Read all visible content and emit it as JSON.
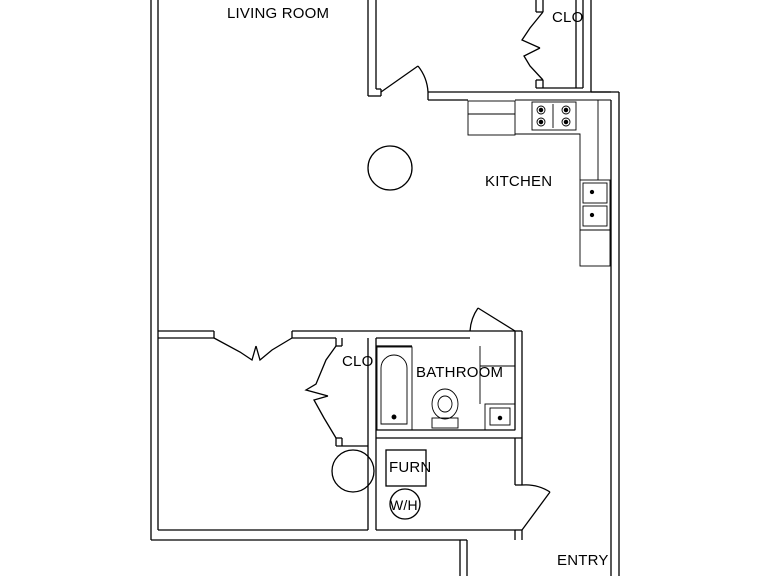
{
  "rooms": {
    "living_room": "LIVING ROOM",
    "closet_top": "CLO",
    "kitchen": "KITCHEN",
    "closet_mid": "CLO",
    "bathroom": "BATHROOM",
    "furnace": "FURN",
    "water_heater": "W/H",
    "entry": "ENTRY"
  }
}
